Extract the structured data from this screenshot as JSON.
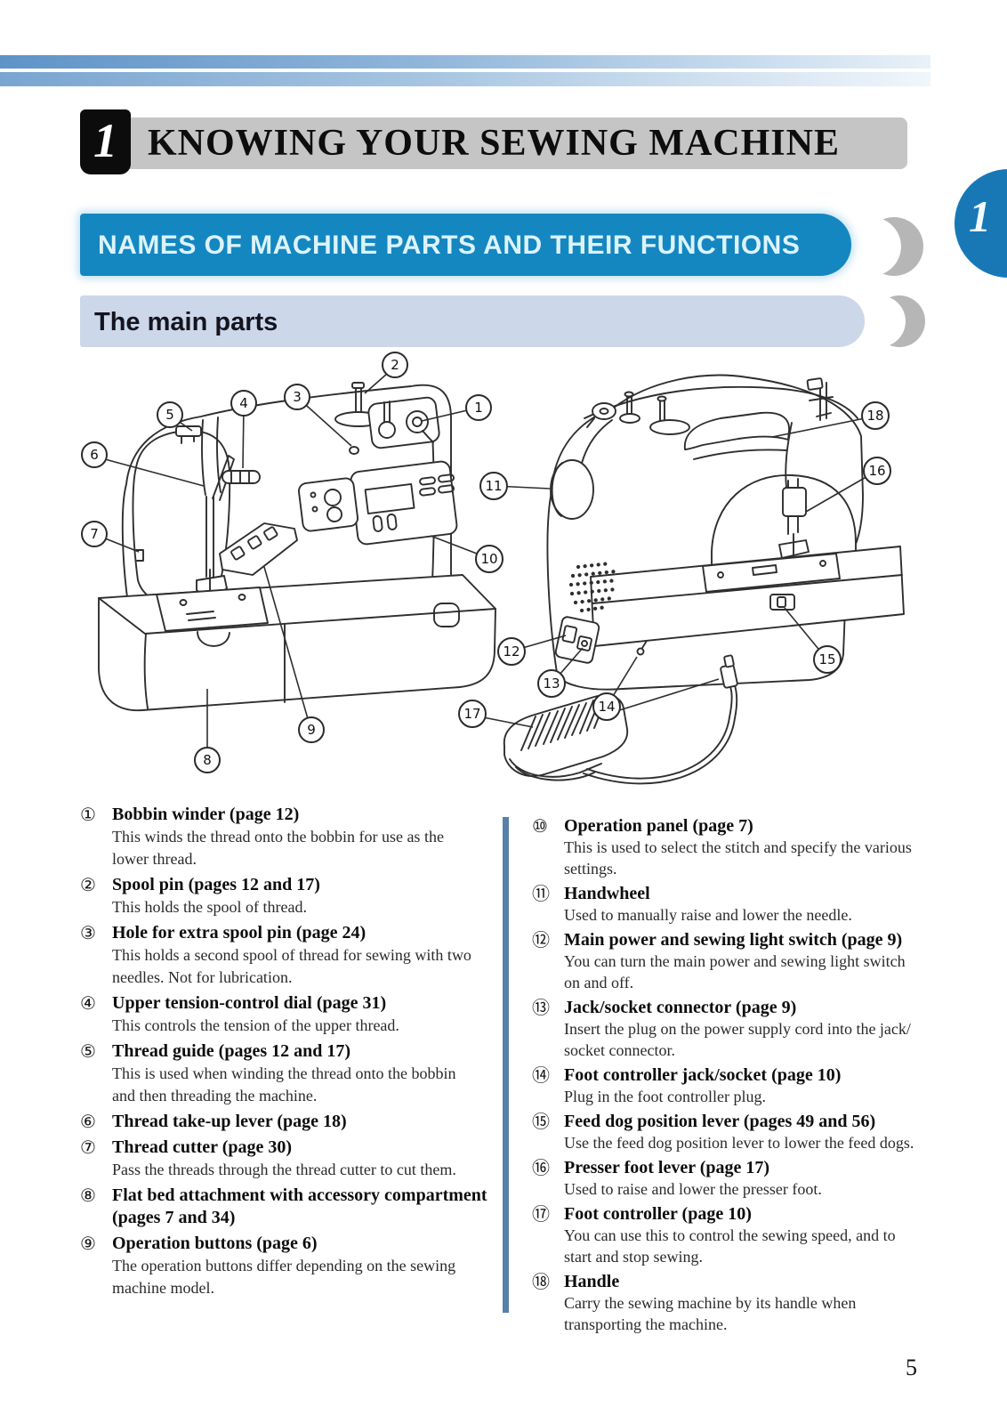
{
  "page": {
    "number": "5",
    "side_tab_number": "1"
  },
  "chapter": {
    "number": "1",
    "title": "KNOWING YOUR SEWING MACHINE"
  },
  "section_banner": {
    "title": "NAMES OF MACHINE PARTS AND THEIR FUNCTIONS"
  },
  "subsection_banner": {
    "title": "The main parts"
  },
  "colors": {
    "section_banner_blue": "#1487c1",
    "section_banner_text": "#dcf3fb",
    "subsection_banner_blue": "#ccd7e9",
    "chapter_bar_gray": "#c5c5c5",
    "chapter_box_black": "#0c0c0c",
    "side_tab_blue": "#1878b6",
    "crescent_gray": "#b6b6b6",
    "divider_blue": "#5681a9",
    "lineart_stroke": "#2e2e2e"
  },
  "diagram": {
    "callouts": [
      "1",
      "2",
      "3",
      "4",
      "5",
      "6",
      "7",
      "8",
      "9",
      "10",
      "11",
      "12",
      "13",
      "14",
      "15",
      "16",
      "17",
      "18"
    ]
  },
  "parts_left": [
    {
      "num": "①",
      "title": "Bobbin winder (page 12)",
      "desc": "This winds the thread onto the bobbin for use as the\nlower thread."
    },
    {
      "num": "②",
      "title": "Spool pin (pages 12 and 17)",
      "desc": "This holds the spool of thread."
    },
    {
      "num": "③",
      "title": "Hole for extra spool pin (page 24)",
      "desc": "This holds a second spool of thread for sewing with two\nneedles. Not for lubrication."
    },
    {
      "num": "④",
      "title": "Upper tension-control dial (page 31)",
      "desc": "This controls the tension of the upper thread."
    },
    {
      "num": "⑤",
      "title": "Thread guide (pages 12 and 17)",
      "desc": "This is used when winding the thread onto the bobbin\nand then threading the machine."
    },
    {
      "num": "⑥",
      "title": "Thread take-up lever (page 18)",
      "desc": ""
    },
    {
      "num": "⑦",
      "title": "Thread cutter (page 30)",
      "desc": "Pass the threads through the thread cutter to cut them."
    },
    {
      "num": "⑧",
      "title": "Flat bed attachment with accessory compartment\n(pages 7 and 34)",
      "desc": ""
    },
    {
      "num": "⑨",
      "title": "Operation buttons (page 6)",
      "desc": "The operation buttons differ depending on the sewing\nmachine model."
    }
  ],
  "parts_right": [
    {
      "num": "⑩",
      "title": "Operation panel (page 7)",
      "desc": "This is used to select the stitch and specify the various\nsettings."
    },
    {
      "num": "⑪",
      "title": "Handwheel",
      "desc": "Used to manually raise and lower the needle."
    },
    {
      "num": "⑫",
      "title": "Main power and sewing light switch (page 9)",
      "desc": "You can turn the main power and sewing light switch\non and off."
    },
    {
      "num": "⑬",
      "title": "Jack/socket connector (page 9)",
      "desc": "Insert the plug on the power supply cord into the jack/\nsocket connector."
    },
    {
      "num": "⑭",
      "title": "Foot controller jack/socket (page 10)",
      "desc": "Plug in the foot controller plug."
    },
    {
      "num": "⑮",
      "title": "Feed dog position lever (pages 49 and 56)",
      "desc": "Use the feed dog position lever to lower the feed dogs."
    },
    {
      "num": "⑯",
      "title": "Presser foot lever (page 17)",
      "desc": "Used to raise and lower the presser foot."
    },
    {
      "num": "⑰",
      "title": "Foot controller (page 10)",
      "desc": "You can use this to control the sewing speed, and to\nstart and stop sewing."
    },
    {
      "num": "⑱",
      "title": "Handle",
      "desc": "Carry the sewing machine by its handle when\ntransporting the machine."
    }
  ]
}
